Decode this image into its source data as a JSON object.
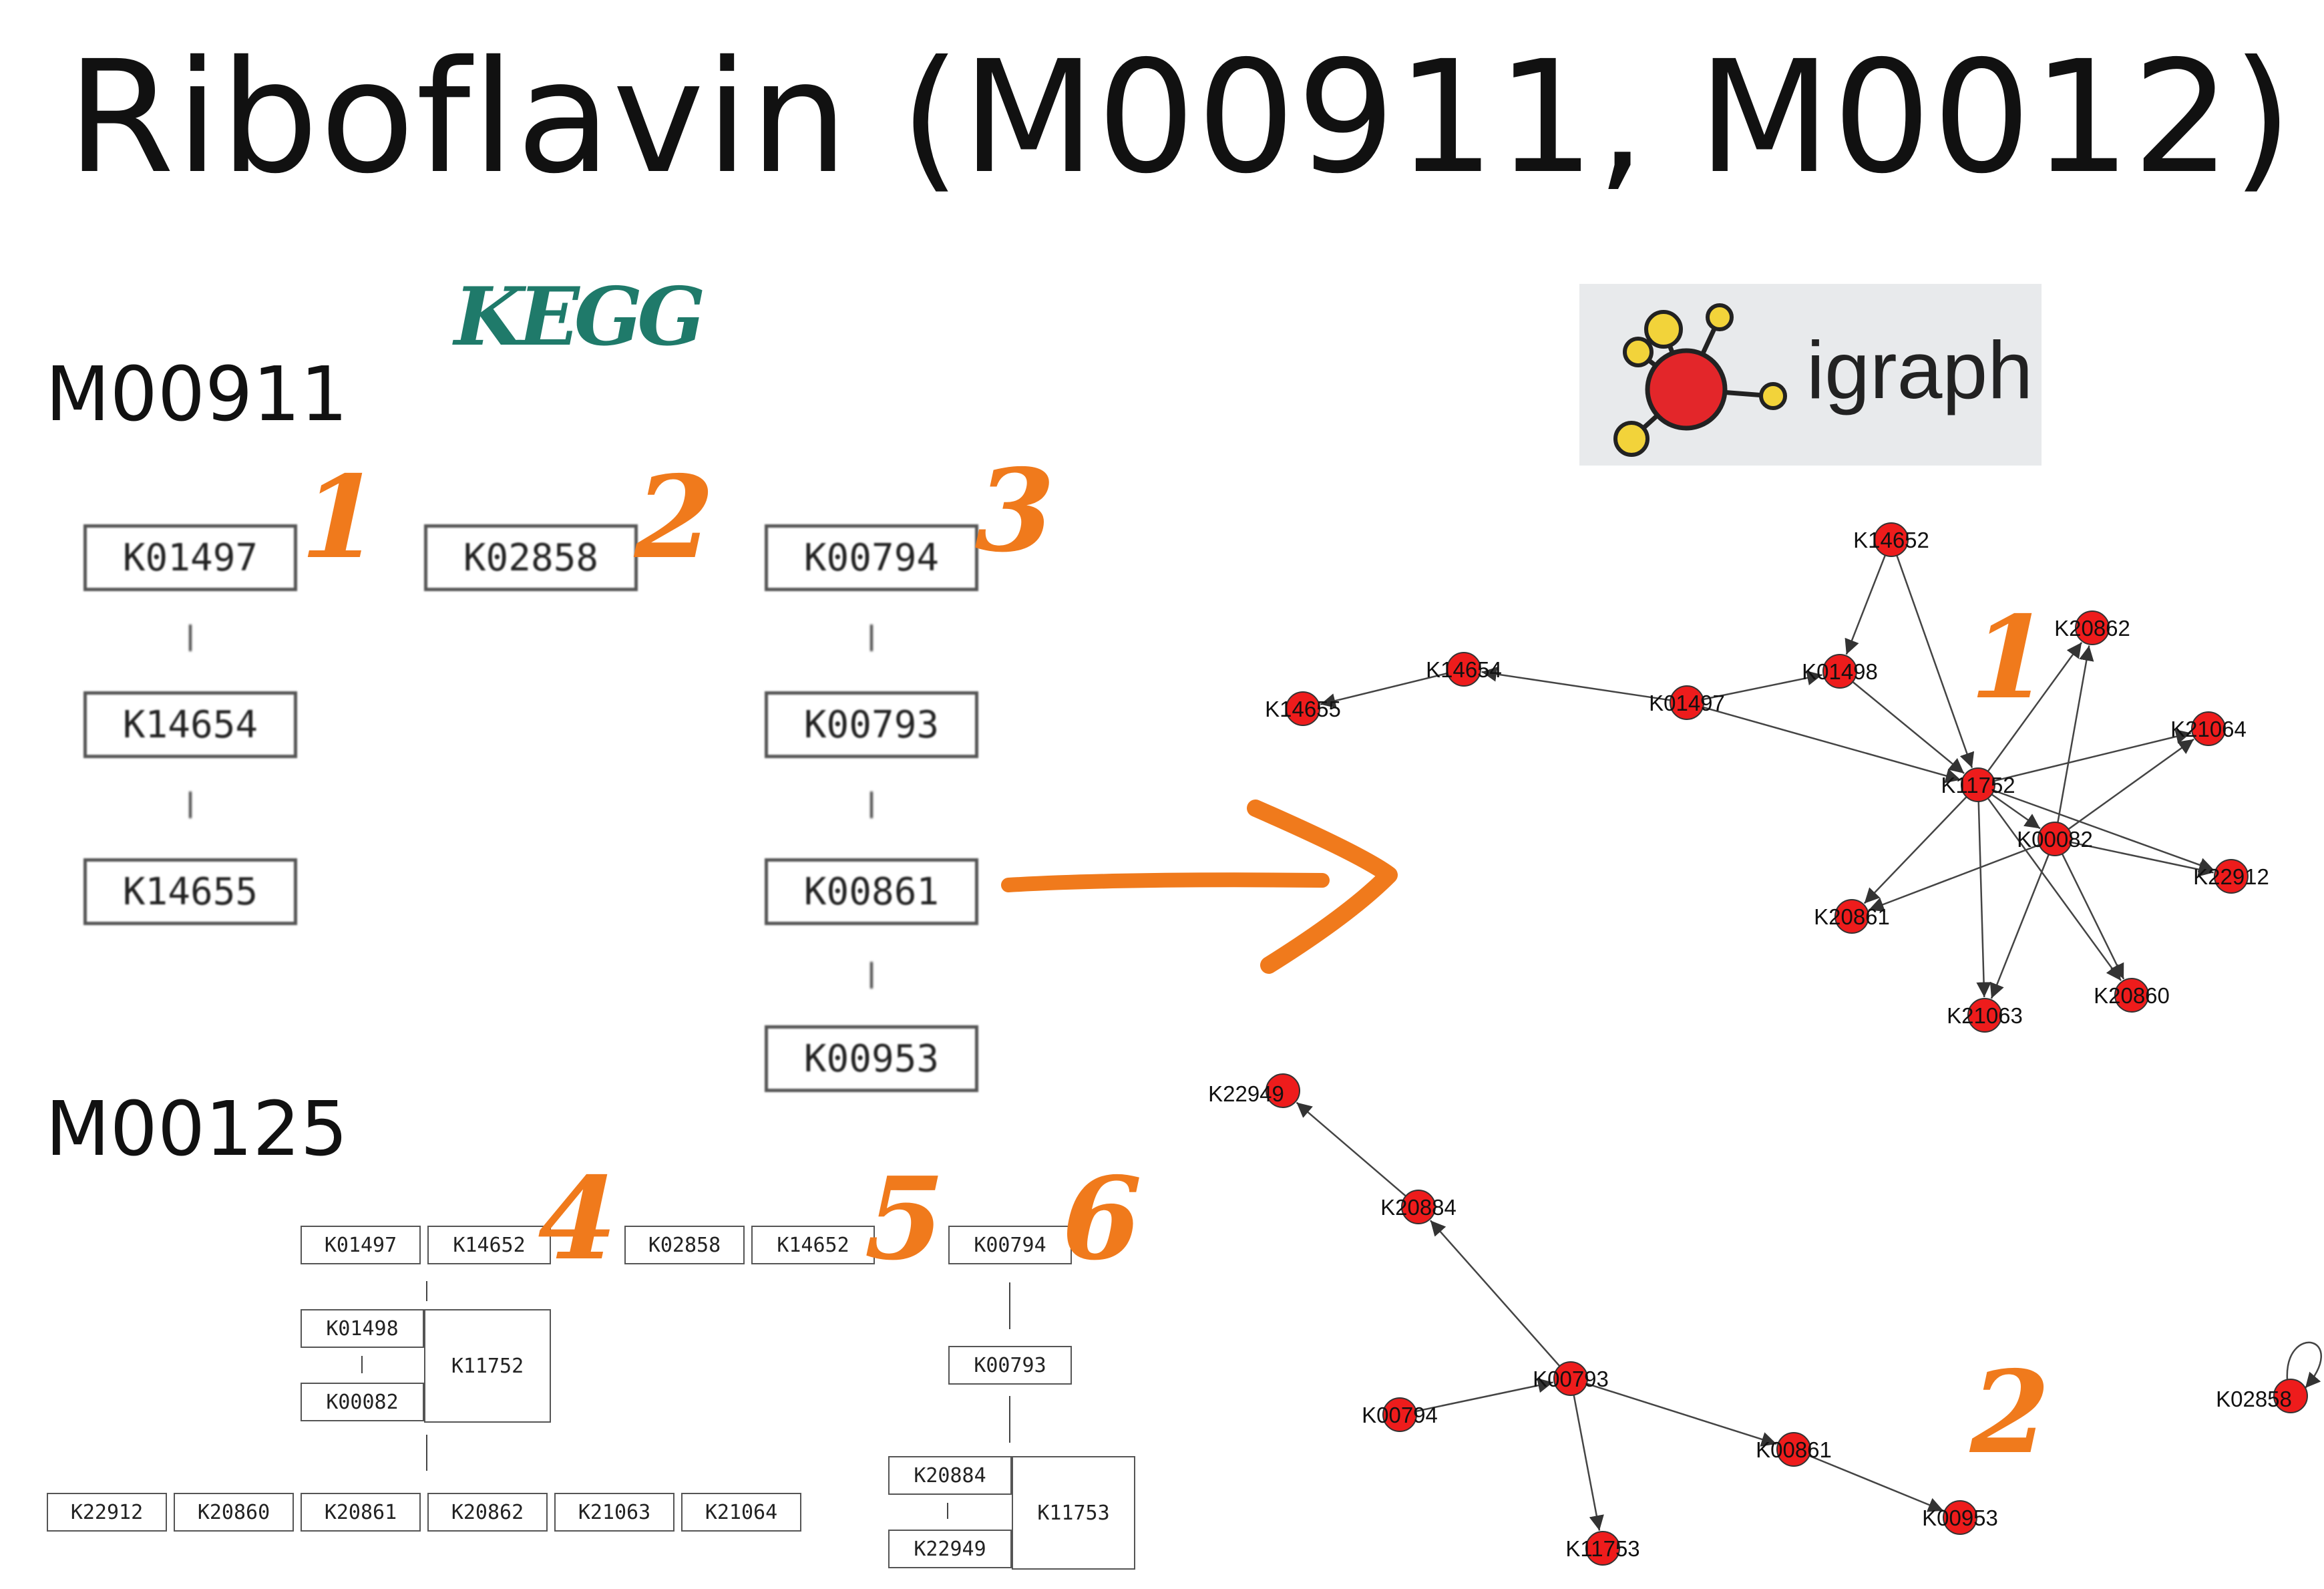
{
  "title": "Riboflavin (M00911, M0012)",
  "module_a": {
    "label": "M00911",
    "col1": [
      "K01497",
      "K14654",
      "K14655"
    ],
    "col2": [
      "K02858"
    ],
    "col3": [
      "K00794",
      "K00793",
      "K00861",
      "K00953"
    ]
  },
  "module_b": {
    "label": "M00125",
    "top_row": [
      "K01497",
      "K14652",
      "K02858",
      "K14652",
      "K00794"
    ],
    "mid_left": [
      "K01498",
      "K00082"
    ],
    "mid_right": "K11752",
    "bottom_row": [
      "K22912",
      "K20860",
      "K20861",
      "K20862",
      "K21063",
      "K21064"
    ],
    "right_col": [
      "K00793"
    ],
    "right_pair": [
      "K20884",
      "K22949"
    ],
    "right_side": "K11753"
  },
  "annotations": {
    "numbers": [
      "1",
      "2",
      "3",
      "4",
      "5",
      "6"
    ],
    "graph_numbers": [
      "1",
      "2"
    ]
  },
  "logos": {
    "kegg": "KEGG",
    "igraph": "igraph"
  },
  "graph1_nodes": [
    "K14652",
    "K20862",
    "K14654",
    "K14655",
    "K01497",
    "K01498",
    "K21064",
    "K11752",
    "K00082",
    "K22912",
    "K20861",
    "K21063",
    "K20860"
  ],
  "graph2_nodes": [
    "K22949",
    "K20884",
    "K00793",
    "K00794",
    "K00861",
    "K00953",
    "K11753",
    "K02858"
  ],
  "colors": {
    "node": "#ee1c1c",
    "orange": "#f07a1c",
    "kegg_green": "#1f7a6a"
  }
}
